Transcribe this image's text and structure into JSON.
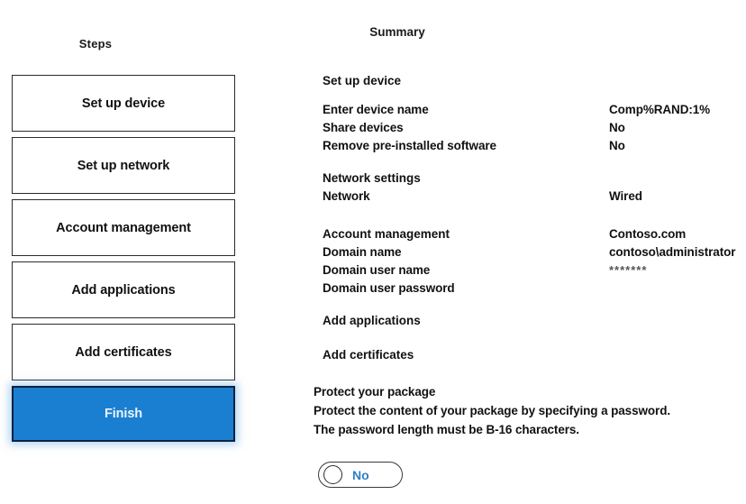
{
  "steps": {
    "title": "Steps",
    "items": [
      {
        "label": "Set up device",
        "state": "normal"
      },
      {
        "label": "Set up network",
        "state": "normal"
      },
      {
        "label": "Account management",
        "state": "normal"
      },
      {
        "label": "Add applications",
        "state": "normal"
      },
      {
        "label": "Add certificates",
        "state": "normal"
      },
      {
        "label": "Finish",
        "state": "selected"
      }
    ]
  },
  "summary": {
    "title": "Summary",
    "groups": [
      {
        "id": "device",
        "heading": "Set up device",
        "rows": [
          {
            "label": "Enter device name",
            "value": "Comp%RAND:1%"
          },
          {
            "label": "Share devices",
            "value": "No"
          },
          {
            "label": "Remove pre-installed software",
            "value": "No"
          }
        ]
      },
      {
        "id": "network",
        "heading": "Network settings",
        "rows": [
          {
            "label": "Network",
            "value": "Wired"
          }
        ]
      },
      {
        "id": "account",
        "heading": "Account management",
        "rows": [
          {
            "label": "Domain name",
            "value": "Contoso.com"
          },
          {
            "label": "Domain user name",
            "value": "contoso\\administrator"
          },
          {
            "label": "Domain user password",
            "value": "*******"
          }
        ]
      },
      {
        "id": "apps",
        "heading": "Add applications",
        "rows": []
      },
      {
        "id": "certs",
        "heading": "Add certificates",
        "rows": []
      }
    ]
  },
  "protect": {
    "heading": "Protect your package",
    "line1": "Protect the content of your package by specifying a password.",
    "line2": "The password length must be B-16 characters.",
    "toggle": {
      "value": "No",
      "knob_position": "left",
      "label_color": "#2e7fc4"
    }
  },
  "colors": {
    "accent_blue": "#1b7fd1",
    "selected_border": "#0c2140",
    "selected_text": "#eaf4fc",
    "box_border": "#2b2b2b",
    "text": "#111111",
    "toggle_text": "#2e7fc4",
    "background": "#ffffff"
  }
}
